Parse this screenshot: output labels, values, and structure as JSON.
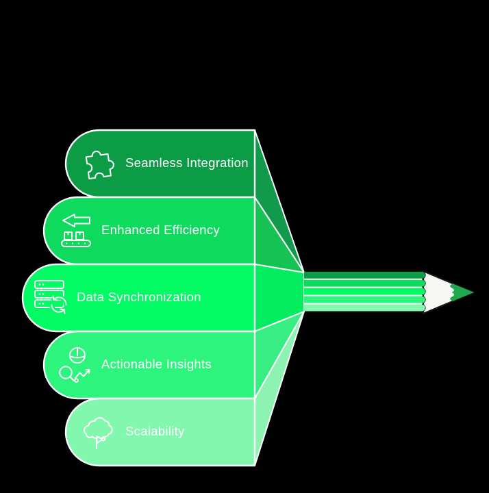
{
  "background_color": "#000000",
  "text_color": "#ffffff",
  "diagram_type": "pencil-fan-infographic",
  "items": [
    {
      "label": "Seamless Integration",
      "icon": "puzzle-icon",
      "color": "#0D9C46",
      "fold_color": "#119A4B"
    },
    {
      "label": "Enhanced Efficiency",
      "icon": "conveyor-arrow-icon",
      "color": "#0EDA5E",
      "fold_color": "#16C254"
    },
    {
      "label": "Data Synchronization",
      "icon": "database-sync-icon",
      "color": "#00FB63",
      "fold_color": "#04EC5F"
    },
    {
      "label": "Actionable Insights",
      "icon": "magnifier-person-icon",
      "color": "#2DF47C",
      "fold_color": "#38EE83"
    },
    {
      "label": "Scalability",
      "icon": "tree-icon",
      "color": "#82F8AF",
      "fold_color": "#8CF3B3"
    }
  ],
  "pencil": {
    "base_color": "#FFFFFF",
    "wood_color": "#F6F6F3",
    "outline_color": "#161616",
    "lead_color": "#1FA84D"
  }
}
